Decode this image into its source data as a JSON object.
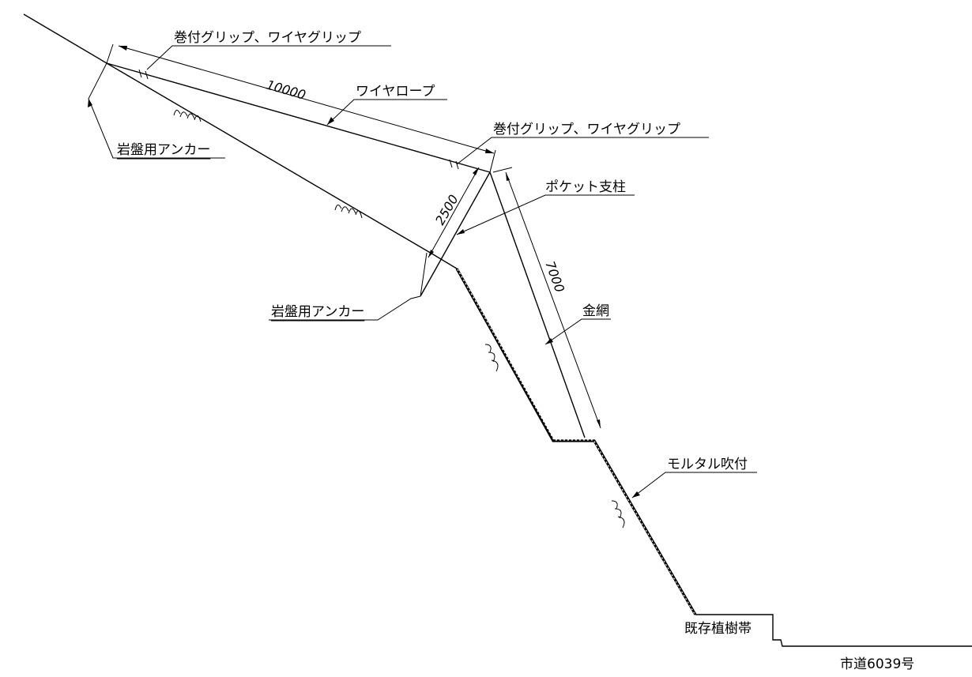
{
  "labels": {
    "grip_top": "巻付グリップ、ワイヤグリップ",
    "wire_rope": "ワイヤロープ",
    "anchor_left": "岩盤用アンカー",
    "grip_mid": "巻付グリップ、ワイヤグリップ",
    "pocket_post": "ポケット支柱",
    "anchor_mid": "岩盤用アンカー",
    "wire_net": "金網",
    "mortar": "モルタル吹付",
    "vegetation": "既存植樹帯",
    "road": "市道6039号"
  },
  "dimensions": {
    "rope_length": "10000",
    "post_length": "2500",
    "net_length": "7000"
  }
}
